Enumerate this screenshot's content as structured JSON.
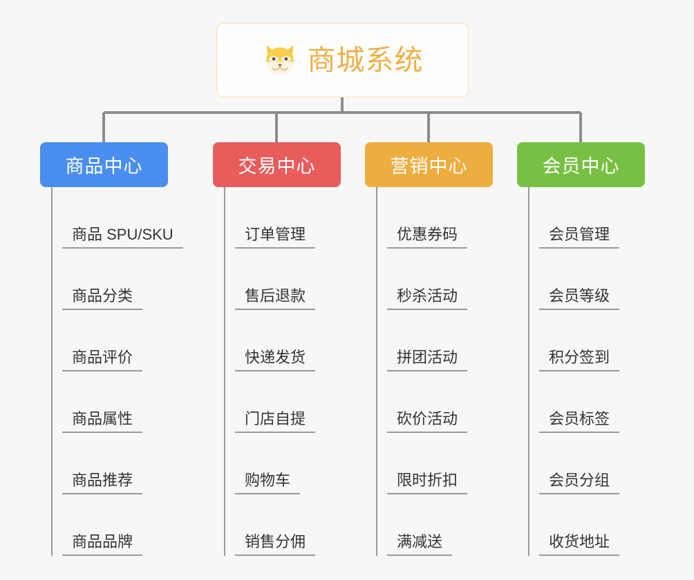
{
  "page": {
    "background_color": "#f7f7f7",
    "type": "mindmap"
  },
  "root": {
    "title": "商城系统",
    "icon": "shiba-dog-face-icon",
    "border_color": "#f0c060",
    "text_color": "#edb14a",
    "background_color": "#fefefe"
  },
  "connector": {
    "color": "#8c8c8c",
    "root_stem_color": "#8c8c8c"
  },
  "branches": [
    {
      "label": "商品中心",
      "color": "#4a8ef0",
      "items": [
        "商品 SPU/SKU",
        "商品分类",
        "商品评价",
        "商品属性",
        "商品推荐",
        "商品品牌"
      ]
    },
    {
      "label": "交易中心",
      "color": "#e85c5c",
      "items": [
        "订单管理",
        "售后退款",
        "快递发货",
        "门店自提",
        "购物车",
        "销售分佣"
      ]
    },
    {
      "label": "营销中心",
      "color": "#edad3f",
      "items": [
        "优惠券码",
        "秒杀活动",
        "拼团活动",
        "砍价活动",
        "限时折扣",
        "满减送"
      ]
    },
    {
      "label": "会员中心",
      "color": "#78c043",
      "items": [
        "会员管理",
        "会员等级",
        "积分签到",
        "会员标签",
        "会员分组",
        "收货地址"
      ]
    }
  ]
}
